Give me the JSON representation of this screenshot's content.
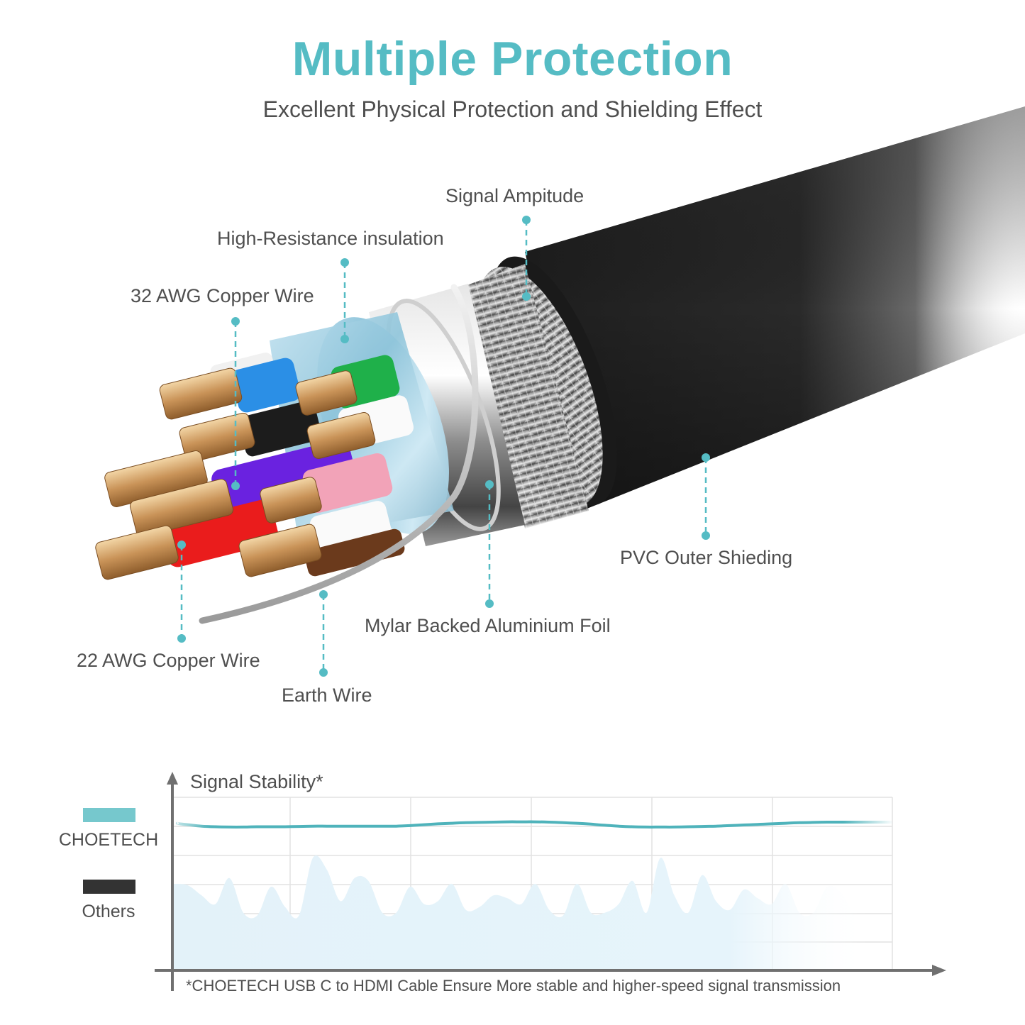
{
  "header": {
    "title": "Multiple Protection",
    "subtitle": "Excellent Physical Protection and Shielding Effect"
  },
  "colors": {
    "accent": "#55bcc4",
    "text": "#4f4f4f",
    "callout_dot": "#55bcc4",
    "choetech_line": "#4fb3bb",
    "others_line": "#333333",
    "fill_area": "#e4f3fa"
  },
  "callouts": [
    {
      "id": "signal-amplitude",
      "label": "Signal Ampitude"
    },
    {
      "id": "high-resistance-insulation",
      "label": "High-Resistance insulation"
    },
    {
      "id": "32awg-copper-wire",
      "label": "32 AWG Copper Wire"
    },
    {
      "id": "pvc-outer-shielding",
      "label": "PVC Outer Shieding"
    },
    {
      "id": "mylar-backed-aluminium-foil",
      "label": "Mylar Backed Aluminium Foil"
    },
    {
      "id": "22awg-copper-wire",
      "label": "22 AWG Copper Wire"
    },
    {
      "id": "earth-wire",
      "label": "Earth Wire"
    }
  ],
  "chart": {
    "title": "Signal Stability*",
    "legend": [
      {
        "name": "CHOETECH",
        "color": "#76c8cd"
      },
      {
        "name": "Others",
        "color": "#333333"
      }
    ],
    "footnote": "*CHOETECH USB C to HDMI Cable Ensure More stable and higher-speed signal transmission"
  },
  "chart_data": {
    "type": "line",
    "title": "Signal Stability*",
    "xlabel": "",
    "ylabel": "",
    "grid": true,
    "legend_position": "left",
    "x": [
      0,
      1,
      2,
      3,
      4,
      5,
      6,
      7,
      8,
      9,
      10,
      11,
      12,
      13,
      14,
      15,
      16,
      17,
      18,
      19,
      20,
      21,
      22,
      23,
      24,
      25,
      26,
      27,
      28,
      29,
      30,
      31,
      32,
      33,
      34,
      35,
      36,
      37,
      38,
      39,
      40,
      41,
      42,
      43,
      44,
      45,
      46,
      47,
      48,
      49,
      50
    ],
    "series": [
      {
        "name": "CHOETECH",
        "values": [
          5.1,
          5.05,
          5.0,
          4.98,
          4.97,
          4.97,
          4.98,
          4.98,
          4.98,
          4.99,
          5.0,
          5.0,
          5.0,
          5.0,
          5.0,
          5.0,
          5.0,
          5.02,
          5.05,
          5.08,
          5.1,
          5.12,
          5.13,
          5.14,
          5.15,
          5.15,
          5.15,
          5.14,
          5.12,
          5.1,
          5.07,
          5.03,
          5.0,
          4.98,
          4.97,
          4.97,
          4.97,
          4.98,
          4.99,
          5.0,
          5.02,
          5.04,
          5.06,
          5.08,
          5.1,
          5.12,
          5.13,
          5.14,
          5.14,
          5.14,
          5.14
        ]
      },
      {
        "name": "Others",
        "values": [
          3.0,
          2.95,
          2.6,
          2.3,
          3.2,
          2.0,
          1.9,
          2.9,
          2.2,
          1.9,
          3.9,
          3.5,
          2.4,
          3.2,
          3.1,
          2.0,
          2.0,
          2.9,
          2.3,
          2.4,
          3.0,
          2.1,
          2.2,
          2.6,
          2.5,
          2.3,
          3.0,
          2.1,
          1.9,
          3.0,
          2.0,
          2.0,
          2.3,
          3.1,
          2.0,
          3.9,
          2.6,
          2.0,
          3.3,
          2.4,
          2.1,
          2.8,
          2.5,
          2.3,
          3.0,
          2.0,
          2.0,
          2.9,
          2.7,
          2.0,
          2.8
        ]
      }
    ],
    "ylim": [
      0,
      6
    ]
  }
}
